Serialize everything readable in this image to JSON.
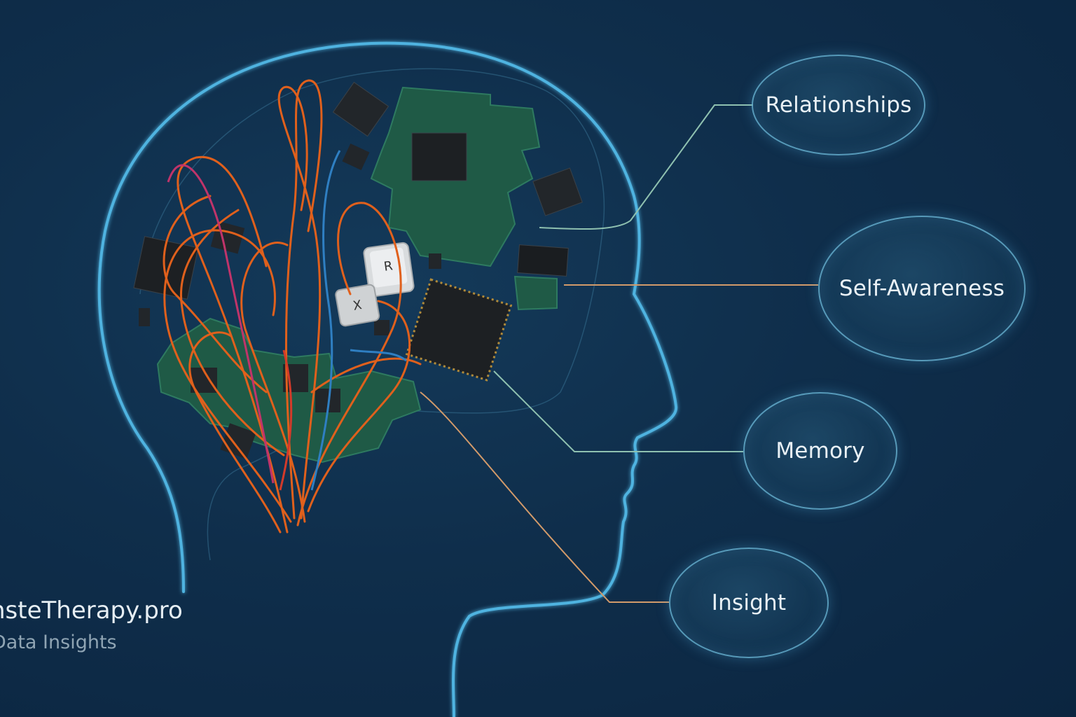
{
  "labels": {
    "relationships": "Relationships",
    "self_awareness": "Self-Awareness",
    "memory": "Memory",
    "insight": "Insight"
  },
  "brand": {
    "name": "nsteTherapy.pro",
    "tagline": "Data Insights"
  },
  "keycaps": {
    "key1": "R",
    "key2": "X"
  },
  "colors": {
    "background": "#0f2e4b",
    "outline": "#4fb3e0",
    "wire": "#e0601c",
    "wire_alt": "#c0346a",
    "wire_blue": "#2f7fc2",
    "board": "#1f5a46",
    "chip": "#22262a",
    "connector_orange": "#d29a6a",
    "connector_teal": "#8fc1b0"
  }
}
